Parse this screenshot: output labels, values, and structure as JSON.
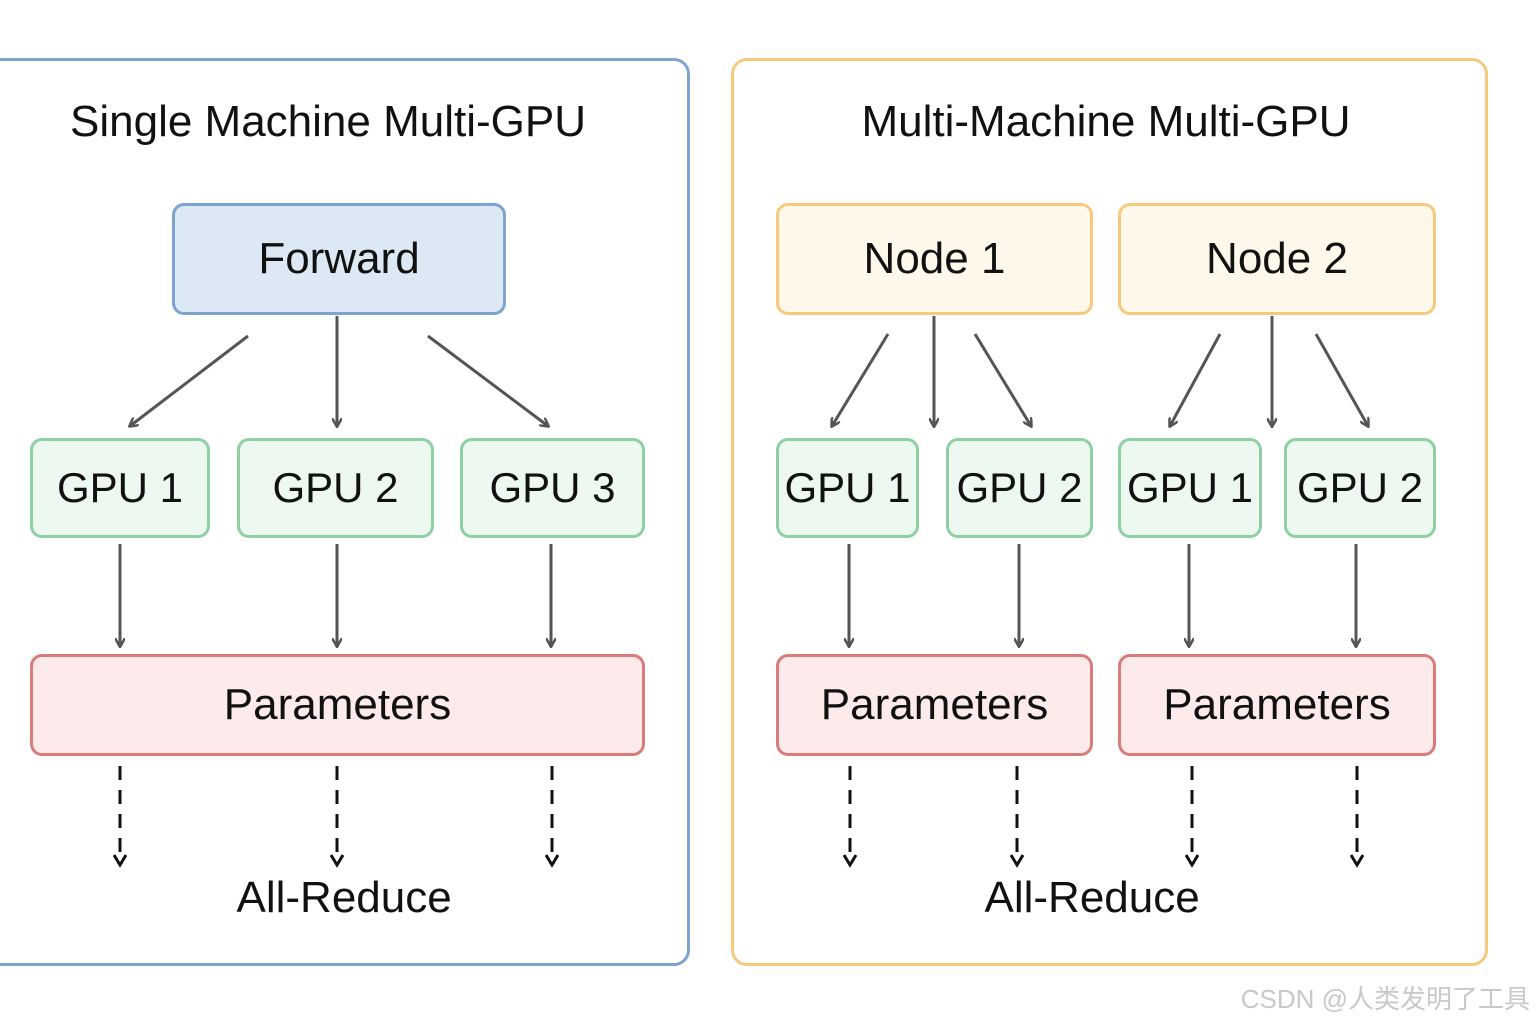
{
  "colors": {
    "left_panel_border": "#7fa3cf",
    "right_panel_border": "#f7c97d",
    "forward_fill": "#dce9f5",
    "forward_border": "#7fa3cf",
    "node_fill": "#fef8ea",
    "node_border": "#f7c97d",
    "gpu_fill": "#edf8f0",
    "gpu_border": "#8fd0a3",
    "params_fill": "#fdeaea",
    "params_border": "#d97b7b",
    "arrow": "#555555",
    "dashed_arrow": "#111111"
  },
  "left_panel": {
    "title": "Single Machine Multi-GPU",
    "forward": "Forward",
    "gpus": [
      "GPU 1",
      "GPU 2",
      "GPU 3"
    ],
    "parameters": "Parameters",
    "all_reduce": "All-Reduce"
  },
  "right_panel": {
    "title": "Multi-Machine Multi-GPU",
    "nodes": [
      {
        "label": "Node 1",
        "gpus": [
          "GPU 1",
          "GPU 2"
        ],
        "parameters": "Parameters"
      },
      {
        "label": "Node 2",
        "gpus": [
          "GPU 1",
          "GPU 2"
        ],
        "parameters": "Parameters"
      }
    ],
    "all_reduce": "All-Reduce"
  },
  "watermark": "CSDN @人类发明了工具"
}
